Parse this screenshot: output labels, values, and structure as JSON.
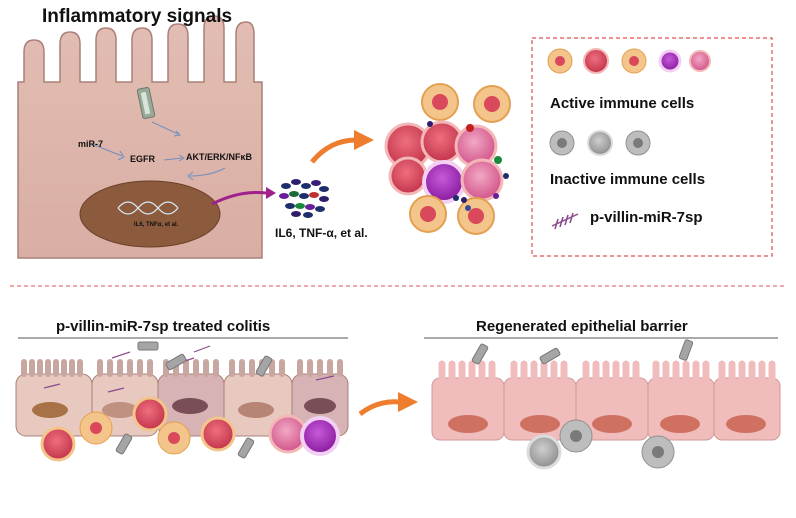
{
  "colors": {
    "cell_fill": "#e7c3bb",
    "cell_stroke": "#a98078",
    "nucleus": "#8a5a3e",
    "active_cell": "#d9485b",
    "active_bg": "#f4c58a",
    "inactive_cell": "#9a9a9a",
    "arrow_orange": "#ee7d2e",
    "arrow_purple": "#a0208c",
    "divider_red": "#e05050",
    "peptide": "#8b4a8a",
    "regen_cell": "#f1bcbc"
  },
  "top_panel": {
    "title": "Inflammatory signals",
    "mir7_label": "miR-7",
    "egfr_label": "EGFR",
    "pathway_label": "AKT/ERK/NFκB",
    "nucleus_label": "IL6, TNFα, et al.",
    "cytokine_label": "IL6, TNF-α, et al."
  },
  "legend": {
    "active_label": "Active immune cells",
    "inactive_label": "Inactive immune cells",
    "peptide_label": "p-villin-miR-7sp"
  },
  "bottom_panel": {
    "treated_title": "p-villin-miR-7sp treated colitis",
    "regen_title": "Regenerated epithelial barrier"
  }
}
